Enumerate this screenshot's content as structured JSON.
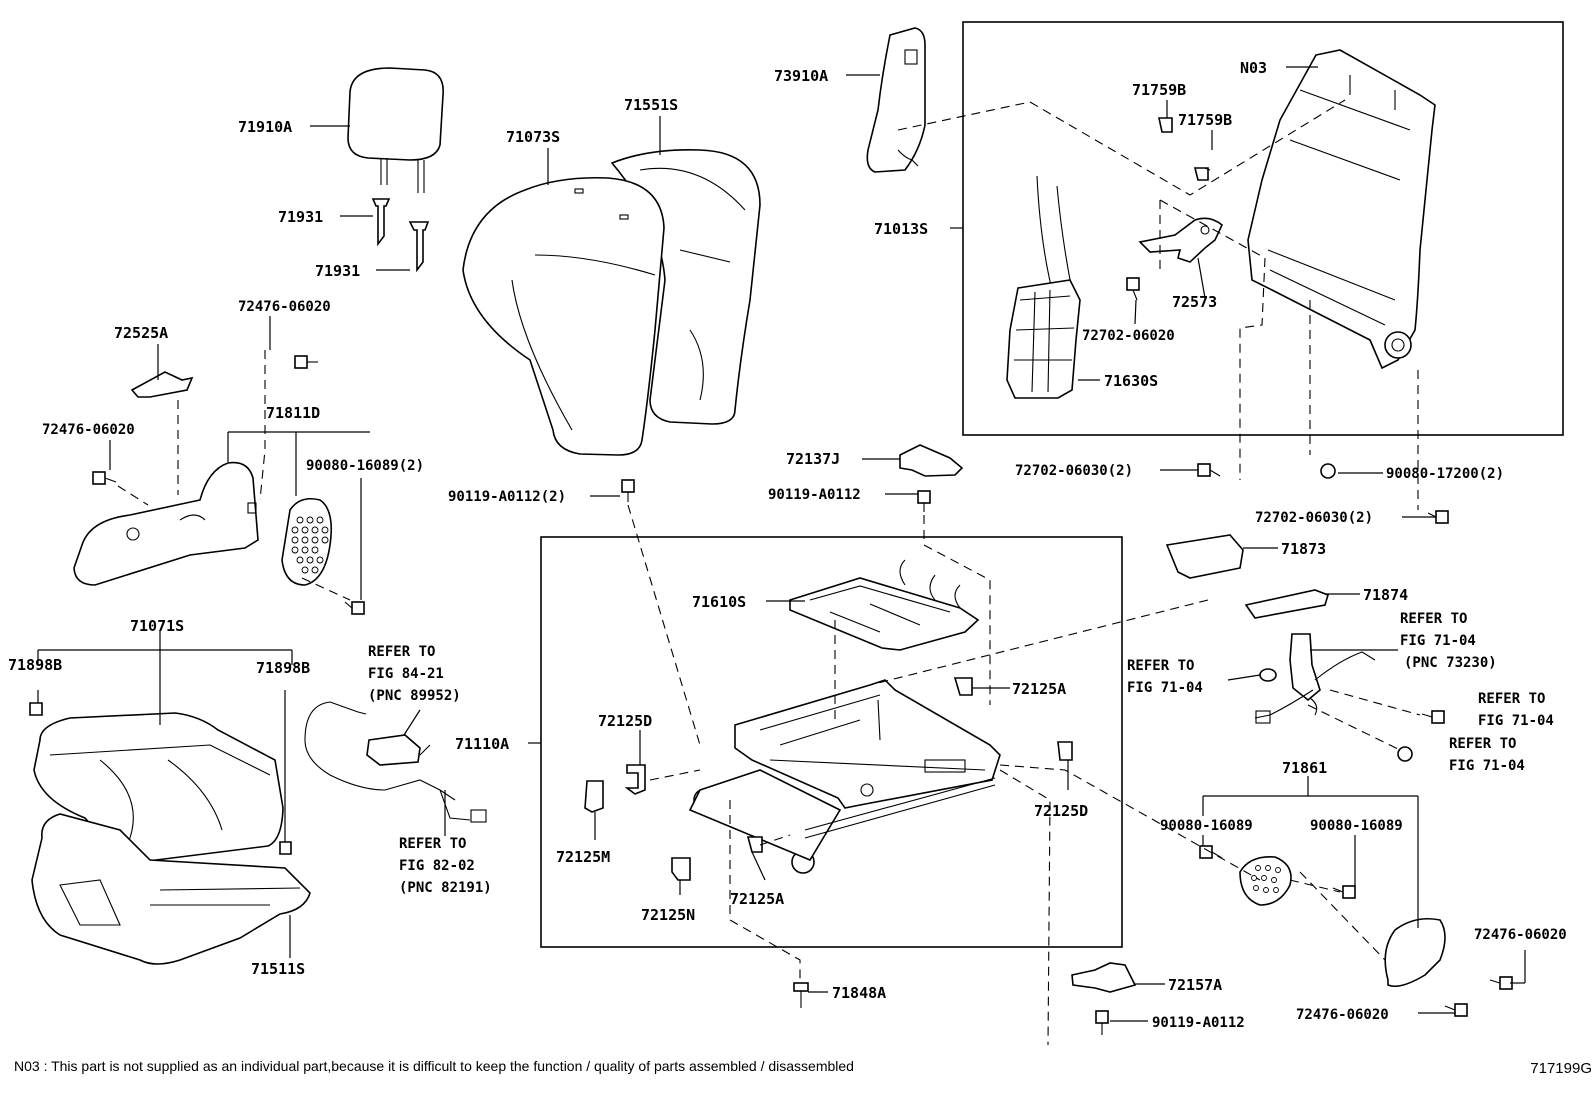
{
  "labels": {
    "p71910A": "71910A",
    "p71931a": "71931",
    "p71931b": "71931",
    "p71073S": "71073S",
    "p71551S": "71551S",
    "p73910A": "73910A",
    "pN03": "N03",
    "p71759Ba": "71759B",
    "p71759Bb": "71759B",
    "p71013S": "71013S",
    "p72573": "72573",
    "p72702_06020": "72702-06020",
    "p71630S": "71630S",
    "p72525A": "72525A",
    "p72476_06020_top": "72476-06020",
    "p72476_06020_left": "72476-06020",
    "p71811D": "71811D",
    "p90080_16089_2": "90080-16089(2)",
    "p72137J": "72137J",
    "p90119_A0112_2": "90119-A0112(2)",
    "p90119_A0112_mid": "90119-A0112",
    "p72702_06030_2a": "72702-06030(2)",
    "p90080_17200_2": "90080-17200(2)",
    "p72702_06030_2b": "72702-06030(2)",
    "p71873": "71873",
    "p71874": "71874",
    "p71610S": "71610S",
    "p72125A_top": "72125A",
    "p71110A": "71110A",
    "p72125D_left": "72125D",
    "p72125D_right": "72125D",
    "p72125M": "72125M",
    "p72125A_bottom": "72125A",
    "p72125N": "72125N",
    "p71071S": "71071S",
    "p71898B_left": "71898B",
    "p71898B_right": "71898B",
    "p71511S": "71511S",
    "p71848A": "71848A",
    "p72157A": "72157A",
    "p90119_A0112_bottom": "90119-A0112",
    "p71861": "71861",
    "p90080_16089_a": "90080-16089",
    "p90080_16089_b": "90080-16089",
    "p72476_06020_right": "72476-06020",
    "p72476_06020_bottom": "72476-06020"
  },
  "refs": {
    "r84_21": [
      "REFER TO",
      "FIG 84-21",
      "(PNC 89952)"
    ],
    "r82_02": [
      "REFER TO",
      "FIG 82-02",
      "(PNC 82191)"
    ],
    "r71_04_pnc": [
      "REFER TO",
      "FIG 71-04",
      "(PNC 73230)"
    ],
    "r71_04_left": [
      "REFER TO",
      "FIG 71-04"
    ],
    "r71_04_right_a": [
      "REFER TO",
      "FIG 71-04"
    ],
    "r71_04_right_b": [
      "REFER TO",
      "FIG 71-04"
    ]
  },
  "footnote": "N03 : This part is not supplied as an individual part,because it is difficult to keep the function / quality of parts assembled / disassembled",
  "figure_number": "717199G"
}
